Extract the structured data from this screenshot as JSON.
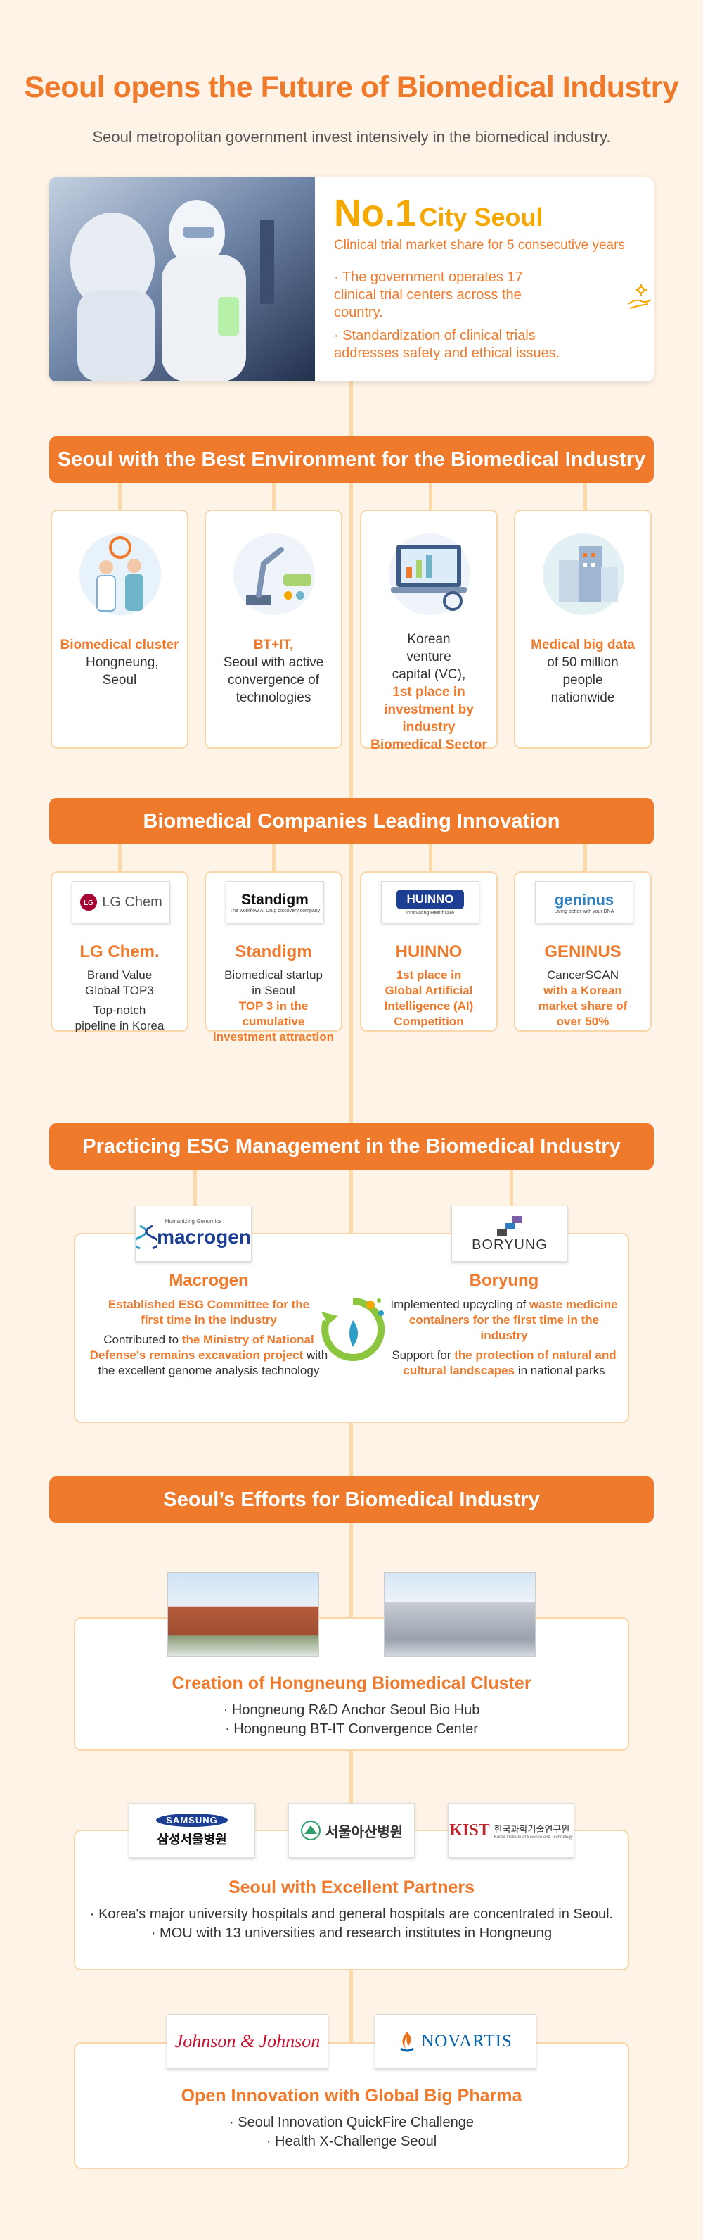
{
  "header": {
    "title": "Seoul opens the Future of Biomedical Industry",
    "subtitle": "Seoul metropolitan government invest intensively in the biomedical industry."
  },
  "hero": {
    "no1": "No.1",
    "city": "City Seoul",
    "tagline": "Clinical trial market share for 5 consecutive years",
    "bullet1": "· The government operates 17 clinical trial centers across the country.",
    "bullet2": "· Standardization of clinical trials addresses safety and ethical issues."
  },
  "section1": {
    "title": "Seoul with the Best Environment for the Biomedical Industry",
    "cards": [
      {
        "highlight": "Biomedical cluster",
        "text": "Hongneung, Seoul"
      },
      {
        "highlight": "BT+IT,",
        "text": "Seoul with active convergence of technologies"
      },
      {
        "text": "Korean venture capital (VC),",
        "highlight": "1st place in investment by industry Biomedical Sector"
      },
      {
        "highlight": "Medical big data",
        "text": "of 50 million people nationwide"
      }
    ]
  },
  "section2": {
    "title": "Biomedical Companies Leading Innovation",
    "cards": [
      {
        "logo": "LG Chem",
        "name": "LG Chem.",
        "line1": "Brand Value Global TOP3",
        "line2": "Top-notch pipeline in Korea"
      },
      {
        "logo": "Standigm",
        "logo_sub": "The workflow AI Drug discovery company",
        "name": "Standigm",
        "line1": "Biomedical startup in Seoul",
        "highlight": "TOP 3 in the cumulative investment attraction"
      },
      {
        "logo": "HUINNO",
        "logo_sub": "Innovating Healthcare",
        "name": "HUINNO",
        "highlight": "1st place in Global Artificial Intelligence (AI) Competition"
      },
      {
        "logo": "geninus",
        "logo_sub": "Living better with your DNA",
        "name": "GENINUS",
        "line1": "CancerSCAN",
        "highlight": "with a Korean market share of over 50%"
      }
    ]
  },
  "section3": {
    "title": "Practicing ESG Management in the Biomedical Industry",
    "macrogen": {
      "logo_sub": "Humanizing Genomics",
      "logo": "macrogen",
      "name": "Macrogen",
      "highlight1": "Established ESG Committee for the first time in the industry",
      "text2a": "Contributed to",
      "highlight2": "the Ministry of National Defense's remains excavation project",
      "text2b": "with the excellent genome analysis technology"
    },
    "boryung": {
      "logo": "BORYUNG",
      "name": "Boryung",
      "text1a": "Implemented upcycling of",
      "highlight1": "waste medicine containers for the first time in the industry",
      "text2a": "Support for",
      "highlight2": "the protection of natural and cultural landscapes",
      "text2b": "in national parks"
    }
  },
  "section4": {
    "title": "Seoul’s Efforts for Biomedical Industry",
    "cluster": {
      "heading": "Creation of Hongneung Biomedical Cluster",
      "items": [
        "· Hongneung R&D Anchor Seoul Bio Hub",
        "· Hongneung BT-IT Convergence Center"
      ]
    },
    "partners": {
      "logos": {
        "samsung_en": "SAMSUNG",
        "samsung_ko": "삼성서울병원",
        "asan": "서울아산병원",
        "kist_mark": "KIST",
        "kist_ko": "한국과학기술연구원",
        "kist_en": "Korea Institute of Science and Technology"
      },
      "heading": "Seoul with Excellent Partners",
      "items": [
        "· Korea's major university hospitals and general hospitals are concentrated in Seoul.",
        "· MOU with 13 universities and research institutes in Hongneung"
      ]
    },
    "pharma": {
      "logos": {
        "jnj": "Johnson & Johnson",
        "novartis": "NOVARTIS"
      },
      "heading": "Open Innovation with Global Big Pharma",
      "items": [
        "· Seoul Innovation QuickFire Challenge",
        "· Health X-Challenge Seoul"
      ]
    }
  },
  "colors": {
    "accent": "#ef7a2c",
    "highlight": "#f5a800",
    "background": "#fdf3e6",
    "line": "#fcd9a8"
  }
}
